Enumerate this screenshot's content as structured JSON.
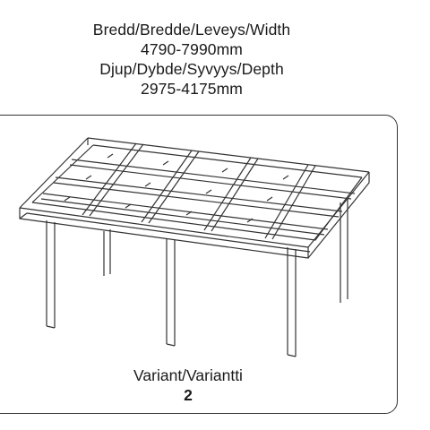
{
  "dimensions": {
    "width_label": "Bredd/Bredde/Leveys/Width",
    "width_value": "4790-7990mm",
    "depth_label": "Djup/Dybde/Syvyys/Depth",
    "depth_value": "2975-4175mm"
  },
  "variant": {
    "label": "Variant/Variantti",
    "number": "2"
  },
  "colors": {
    "line": "#333333",
    "background": "#ffffff"
  },
  "illustration": {
    "icon": "carport-frame-icon"
  }
}
